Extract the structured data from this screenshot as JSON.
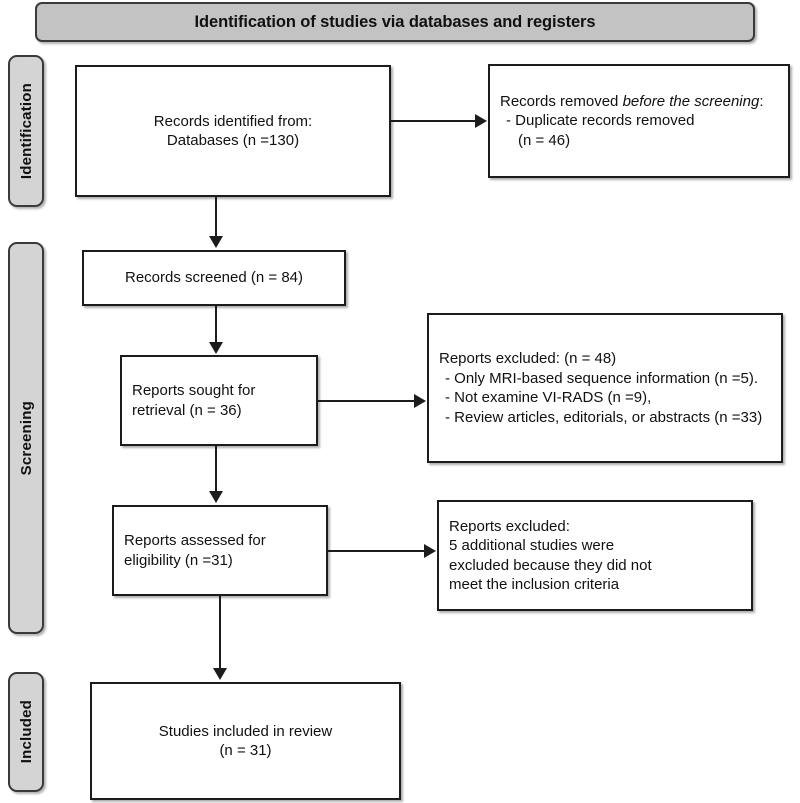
{
  "banner": {
    "title": "Identification of studies via databases and registers"
  },
  "phases": [
    {
      "key": "identification",
      "label": "Identification"
    },
    {
      "key": "screening",
      "label": "Screening"
    },
    {
      "key": "included",
      "label": "Included"
    }
  ],
  "nodes": {
    "identified": {
      "line1": "Records identified from:",
      "line2": "Databases (n =130)"
    },
    "removed": {
      "line1a": "Records removed ",
      "line1b": "before the screening",
      "line1c": ":",
      "bullet1": "-  Duplicate records removed",
      "bullet1_cont": "(n = 46)"
    },
    "screened": {
      "line1": "Records screened (n = 84)"
    },
    "sought": {
      "line1": "Reports sought for",
      "line2": "retrieval (n = 36)"
    },
    "excluded_1": {
      "heading": "Reports excluded: (n = 48)",
      "bullet1": "-  Only MRI-based sequence information (n =5).",
      "bullet2": "-  Not examine VI-RADS (n =9),",
      "bullet3": "-  Review articles, editorials, or abstracts (n =33)"
    },
    "assessed": {
      "line1": "Reports assessed for",
      "line2": "eligibility (n =31)"
    },
    "excluded_2": {
      "line1": "Reports excluded:",
      "line2": "5 additional studies were",
      "line3": "excluded because they did not",
      "line4": "meet the inclusion criteria"
    },
    "included": {
      "line1": "Studies included in review",
      "line2": "(n = 31)"
    }
  },
  "colors": {
    "banner_fill": "#c3c3c3",
    "phase_fill": "#d4d4d4",
    "border": "#1c1c1c",
    "node_fill": "#ffffff"
  },
  "chart_data": {
    "type": "diagram",
    "title": "Identification of studies via databases and registers",
    "flow_counts": {
      "records_identified_databases": 130,
      "duplicate_records_removed": 46,
      "records_screened": 84,
      "reports_sought_for_retrieval": 36,
      "reports_excluded_total": 48,
      "excluded_only_mri_based_sequence_information": 5,
      "excluded_not_examine_vi_rads": 9,
      "excluded_review_articles_editorials_abstracts": 33,
      "reports_assessed_for_eligibility": 31,
      "additional_studies_excluded_inclusion_criteria": 5,
      "studies_included_in_review": 31
    }
  }
}
